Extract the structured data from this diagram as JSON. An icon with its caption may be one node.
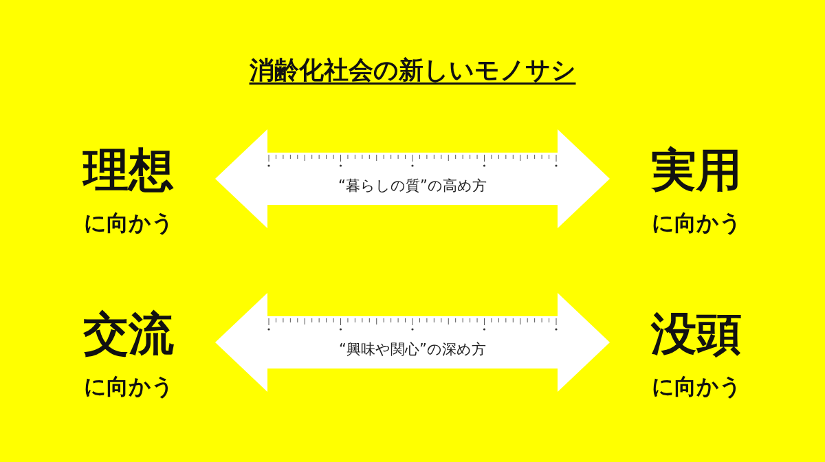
{
  "diagram": {
    "title": "消齢化社会の新しいモノサシ",
    "nodes": [
      {
        "text": [
          "理想",
          "に向かう"
        ]
      },
      {
        "text": [
          "実用",
          "に向かう"
        ]
      },
      {
        "text": [
          "交流",
          "に向かう"
        ]
      },
      {
        "text": [
          "没頭",
          "に向かう"
        ]
      }
    ],
    "edges": [
      {
        "from": 0,
        "to": 1,
        "arrow": "both",
        "label": "“暮らしの質”の高め方"
      },
      {
        "from": 2,
        "to": 3,
        "arrow": "both",
        "label": "“興味や関心”の深め方"
      }
    ]
  }
}
